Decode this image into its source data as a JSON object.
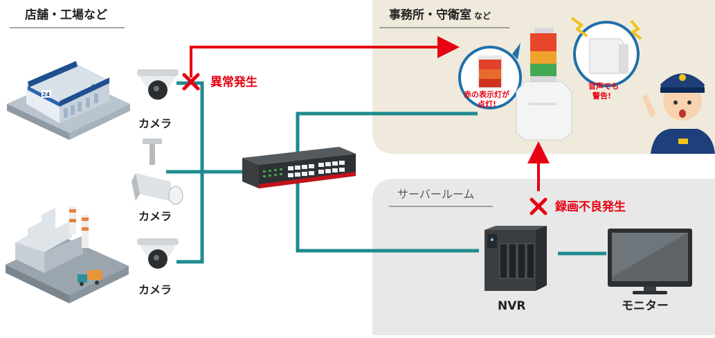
{
  "zones": {
    "store_factory": "店舗・工場など",
    "office": "事務所・守衛室",
    "office_suffix": "など",
    "server_room": "サーバールーム"
  },
  "cameras": [
    "カメラ",
    "カメラ",
    "カメラ"
  ],
  "alerts": {
    "camera_fault": "異常発生",
    "recording_fault": "録画不良発生"
  },
  "bubbles": {
    "red_light_line1": "赤の表示灯が",
    "red_light_line2": "点灯!",
    "voice_line1": "音声でも",
    "voice_line2": "警告!"
  },
  "devices": {
    "nvr": "NVR",
    "monitor": "モニター"
  },
  "store_sign": "24",
  "colors": {
    "network_line": "#1f8a8e",
    "alert_red": "#e60012",
    "office_bg": "#efeadc",
    "server_bg": "#e8e8e8"
  }
}
